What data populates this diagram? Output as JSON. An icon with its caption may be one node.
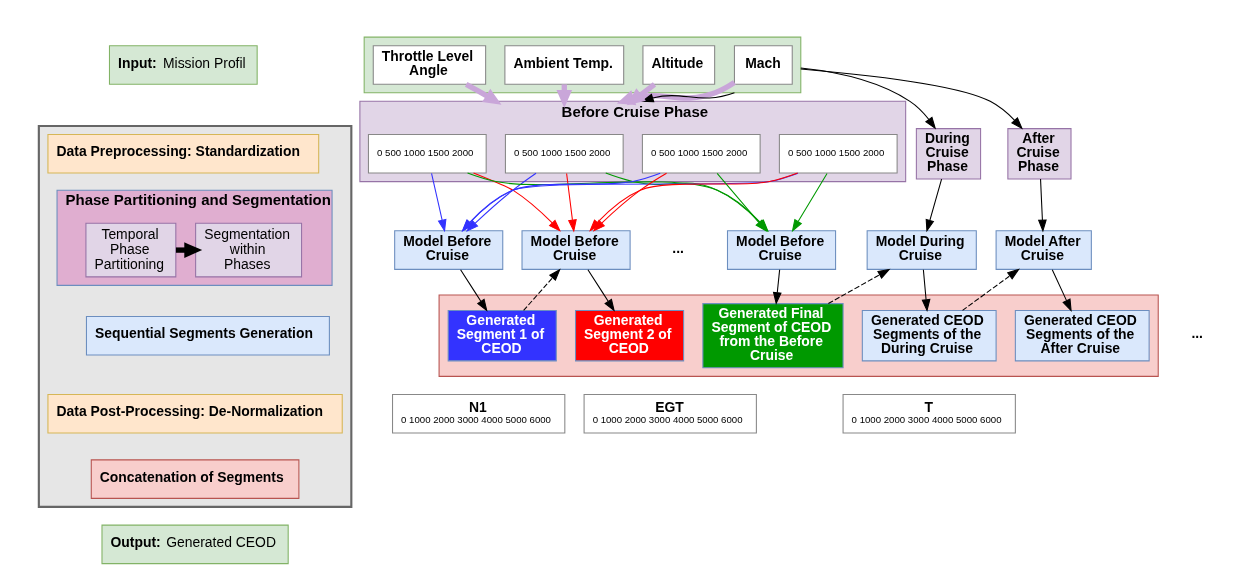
{
  "diagram": {
    "nodes": [
      {
        "text": [
          "**Input:** Mission Profil"
        ]
      },
      {
        "text": [],
        "shape": "arrow"
      },
      {
        "text": [
          "Data Preprocessing: Standardization"
        ],
        "in": 1
      },
      {
        "text": [
          "Phase Partitioning and Segmentation"
        ],
        "in": 1
      },
      {
        "text": [
          "Temporal Phase Partitioning"
        ],
        "in": 3
      },
      {
        "text": [
          "Segmentation within Phases"
        ],
        "in": 3
      },
      {
        "text": [
          "Sequential Segments Generation"
        ],
        "in": 1
      },
      {
        "text": [
          "Data Post-Processing: De-Normalization"
        ],
        "in": 1
      },
      {
        "text": [
          "Concatenation of Segments"
        ],
        "in": 1
      },
      {
        "text": [
          "**Output:** Generated CEOD"
        ]
      },
      {
        "text": [],
        "shape": "box"
      },
      {
        "text": [
          "Mach"
        ],
        "in": 10
      },
      {
        "text": [
          "Altitude"
        ],
        "in": 10
      },
      {
        "text": [
          "Throttle Level Angle"
        ],
        "in": 10
      },
      {
        "text": [
          "Ambient Temp."
        ],
        "in": 10
      },
      {
        "text": [
          "Before Cruise Phase"
        ]
      },
      {
        "text": [
          "0 500 1000 1500 2000"
        ],
        "in": 15
      },
      {
        "text": [
          "0 500 1000 1500 2000"
        ],
        "in": 15
      },
      {
        "text": [
          "0 500 1000 1500 2000"
        ],
        "in": 15
      },
      {
        "text": [
          "0 500 1000 1500 2000"
        ],
        "in": 15
      },
      {
        "text": [
          "During Cruise Phase"
        ]
      },
      {
        "text": [
          "After Cruise Phase"
        ]
      },
      {
        "text": [
          "Model Before Cruise"
        ]
      },
      {
        "text": [
          "Model Before Cruise"
        ]
      },
      {
        "text": [
          "Model Before Cruise"
        ]
      },
      {
        "text": [
          "Model During Cruise"
        ]
      },
      {
        "text": [
          "Model After Cruise"
        ]
      },
      {
        "text": [],
        "shape": "box"
      },
      {
        "text": [
          "Generated Segment 1 of CEOD"
        ],
        "in": 27
      },
      {
        "text": [
          "Generated Segment 2 of CEOD"
        ],
        "in": 27
      },
      {
        "text": [
          "Generated Final Segment of CEOD from the Before Cruise"
        ],
        "in": 27
      },
      {
        "text": [
          "Generated CEOD Segments of the During Cruise"
        ],
        "in": 27
      },
      {
        "text": [
          "Generated CEOD Segments of the After Cruise"
        ],
        "in": 27
      },
      {
        "text": [
          "N1",
          "0 1000 2000 3000 4000 5000 6000"
        ]
      },
      {
        "text": [
          "EGT",
          "0 1000 2000 3000 4000 5000 6000"
        ]
      },
      {
        "text": [
          "T",
          "0 1000 2000 3000 4000 5000 6000"
        ]
      }
    ],
    "edges": [
      {
        "from": 4,
        "to": 5,
        "arrow": "to",
        "style": "thick"
      },
      {
        "from": 11,
        "to": 15,
        "arrow": "to",
        "style": "thick",
        "color": "#c9a6d9"
      },
      {
        "from": 12,
        "to": 15,
        "arrow": "to",
        "style": "thick",
        "color": "#c9a6d9"
      },
      {
        "from": 13,
        "to": 15,
        "arrow": "to",
        "style": "thick",
        "color": "#c9a6d9"
      },
      {
        "from": 14,
        "to": 15,
        "arrow": "to",
        "style": "thick",
        "color": "#c9a6d9"
      },
      {
        "from": 10,
        "to": 15,
        "arrow": "to"
      },
      {
        "from": 10,
        "to": 20,
        "arrow": "to"
      },
      {
        "from": 10,
        "to": 21,
        "arrow": "to"
      },
      {
        "from": 16,
        "to": 22,
        "arrow": "to",
        "color": "#3333ff"
      },
      {
        "from": 17,
        "to": 22,
        "arrow": "to",
        "color": "#3333ff"
      },
      {
        "from": 18,
        "to": 22,
        "arrow": "to",
        "color": "#3333ff"
      },
      {
        "from": 19,
        "to": 22,
        "arrow": "to",
        "color": "#3333ff"
      },
      {
        "from": 16,
        "to": 23,
        "arrow": "to",
        "color": "#ff0000"
      },
      {
        "from": 17,
        "to": 23,
        "arrow": "to",
        "color": "#ff0000"
      },
      {
        "from": 18,
        "to": 23,
        "arrow": "to",
        "color": "#ff0000"
      },
      {
        "from": 19,
        "to": 23,
        "arrow": "to",
        "color": "#ff0000"
      },
      {
        "from": 16,
        "to": 24,
        "arrow": "to",
        "color": "#009900"
      },
      {
        "from": 17,
        "to": 24,
        "arrow": "to",
        "color": "#009900"
      },
      {
        "from": 18,
        "to": 24,
        "arrow": "to",
        "color": "#009900"
      },
      {
        "from": 19,
        "to": 24,
        "arrow": "to",
        "color": "#009900"
      },
      {
        "from": 20,
        "to": 25,
        "arrow": "to"
      },
      {
        "from": 21,
        "to": 26,
        "arrow": "to"
      },
      {
        "from": 22,
        "to": 28,
        "arrow": "to"
      },
      {
        "from": 23,
        "to": 29,
        "arrow": "to"
      },
      {
        "from": 24,
        "to": 30,
        "arrow": "to"
      },
      {
        "from": 25,
        "to": 31,
        "arrow": "to"
      },
      {
        "from": 26,
        "to": 32,
        "arrow": "to"
      },
      {
        "from": 28,
        "to": 23,
        "arrow": "to",
        "style": "dashed"
      },
      {
        "from": 30,
        "to": 25,
        "arrow": "to",
        "style": "dashed"
      },
      {
        "from": 31,
        "to": 26,
        "arrow": "to",
        "style": "dashed"
      }
    ],
    "labels": [
      "...",
      "..."
    ]
  }
}
